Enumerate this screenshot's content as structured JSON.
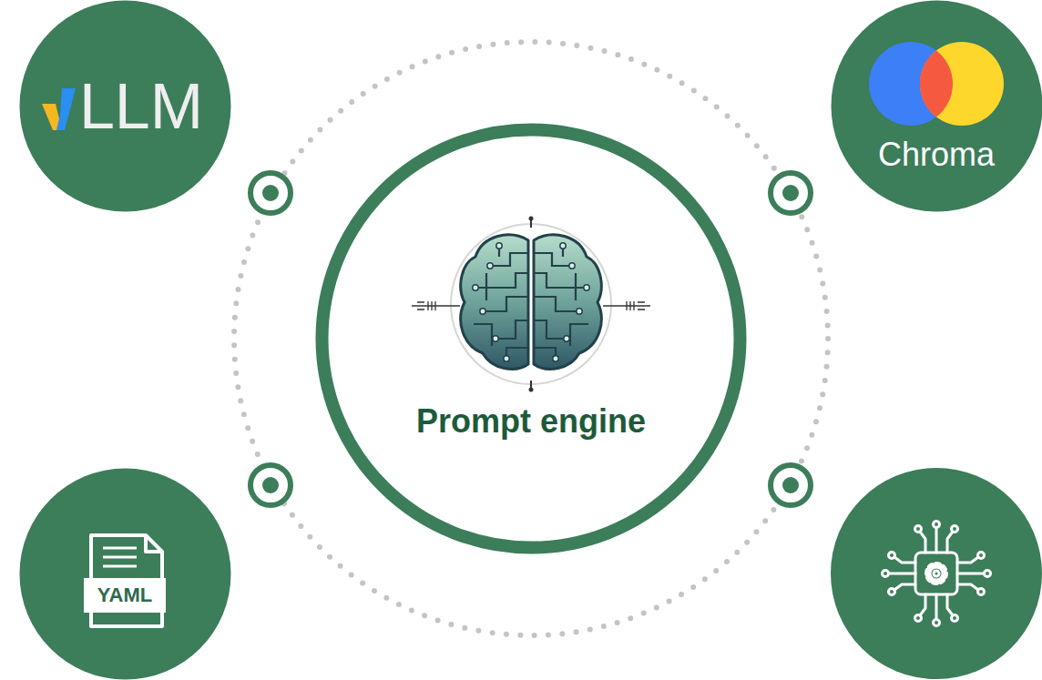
{
  "diagram": {
    "nodes": [
      {
        "text": [
          "LLM"
        ]
      },
      {
        "text": [
          "Chroma"
        ]
      },
      {
        "text": [
          "Prompt engine"
        ]
      },
      {
        "text": [
          "YAML"
        ]
      }
    ]
  }
}
